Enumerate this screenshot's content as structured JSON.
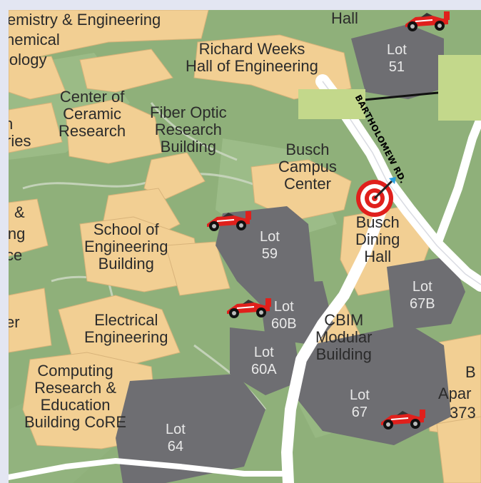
{
  "map": {
    "labels": {
      "chem_line1": "emistry & Engineering",
      "chem_line2": "hemical",
      "chem_line3": "iology",
      "hall_top": "Hall",
      "weeks": "Richard Weeks\nHall of Engineering",
      "ceramic": "Center of\nCeramic\nResearch",
      "fiber": "Fiber Optic\nResearch\nBuilding",
      "busch_center": "Busch\nCampus\nCenter",
      "left_h": "h",
      "left_ries": "ries",
      "left_amp": "&",
      "left_ing": "ing",
      "left_ce": "ce",
      "school": "School of\nEngineering\nBuilding",
      "dining": "Busch\nDining\nHall",
      "electrical": "Electrical\nEngineering",
      "cbim": "CBIM\nModular\nBuilding",
      "left_er": "er",
      "core": "Computing\nResearch &\nEducation\nBuilding CoRE",
      "right_b": "B",
      "right_apar": "Apar",
      "right_373": "373"
    },
    "lots": {
      "lot51": "Lot\n51",
      "lot59": "Lot\n59",
      "lot60b": "Lot\n60B",
      "lot60a": "Lot\n60A",
      "lot67b": "Lot\n67B",
      "lot67": "Lot\n67",
      "lot64": "Lot\n64"
    },
    "road": "BARTHOLOMEW RD.",
    "colors": {
      "grass": "#8fb07a",
      "building": "#f2cf93",
      "lot": "#6e6e72",
      "road": "#ffffff",
      "panel": "#c3d88b"
    },
    "icons": [
      "race-car-icon",
      "bullseye-target-icon"
    ]
  }
}
